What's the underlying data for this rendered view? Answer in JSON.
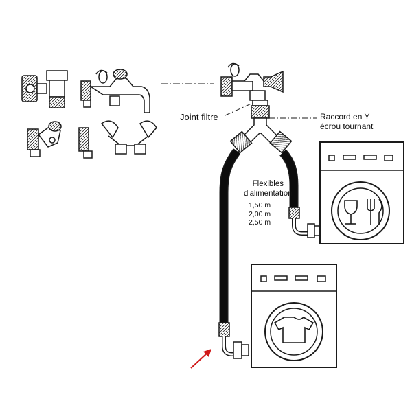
{
  "labels": {
    "joint_filtre": "Joint filtre",
    "raccord_y": {
      "line1": "Raccord en Y",
      "line2": "écrou tournant"
    },
    "flexibles": {
      "line1": "Flexibles",
      "line2": "d'alimentation"
    },
    "lengths": [
      "1,50 m",
      "2,00 m",
      "2,50 m"
    ]
  },
  "colors": {
    "ink": "#1a1a1a",
    "hose": "#0d0d0d",
    "accent_arrow": "#d11a1a",
    "metal": "#ffffff"
  },
  "icons": {
    "dishwasher": "plate-glass-cutlery-icon",
    "washing_machine": "tshirt-icon",
    "valves": "tap-valve-icon"
  }
}
